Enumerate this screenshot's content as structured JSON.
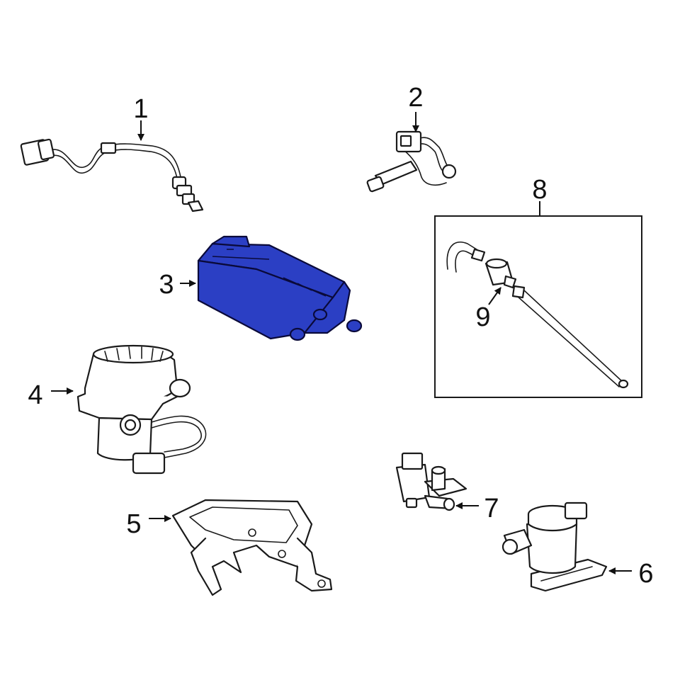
{
  "highlight_color": "#2b3fc4",
  "line_color": "#1a1a1a",
  "callouts": {
    "c1": "1",
    "c2": "2",
    "c3": "3",
    "c4": "4",
    "c5": "5",
    "c6": "6",
    "c7": "7",
    "c8": "8",
    "c9": "9"
  }
}
